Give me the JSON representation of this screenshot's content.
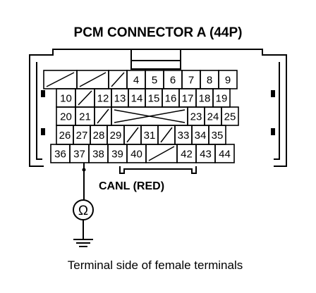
{
  "title": "PCM CONNECTOR A (44P)",
  "connector": {
    "rows": [
      [
        "X",
        "X",
        "X",
        "4",
        "5",
        "6",
        "7",
        "8",
        "9"
      ],
      [
        "10",
        "X",
        "12",
        "13",
        "14",
        "15",
        "16",
        "17",
        "18",
        "19"
      ],
      [
        "20",
        "21",
        "X",
        "BIG",
        "23",
        "24",
        "25"
      ],
      [
        "26",
        "27",
        "28",
        "29",
        "X",
        "31",
        "X",
        "33",
        "34",
        "35"
      ],
      [
        "36",
        "37",
        "38",
        "39",
        "40",
        "X",
        "42",
        "43",
        "44"
      ]
    ]
  },
  "wire_label": "CANL (RED)",
  "meter_symbol": "Ω",
  "caption": "Terminal side of female terminals",
  "colors": {
    "ink": "#000000",
    "paper": "#ffffff"
  }
}
